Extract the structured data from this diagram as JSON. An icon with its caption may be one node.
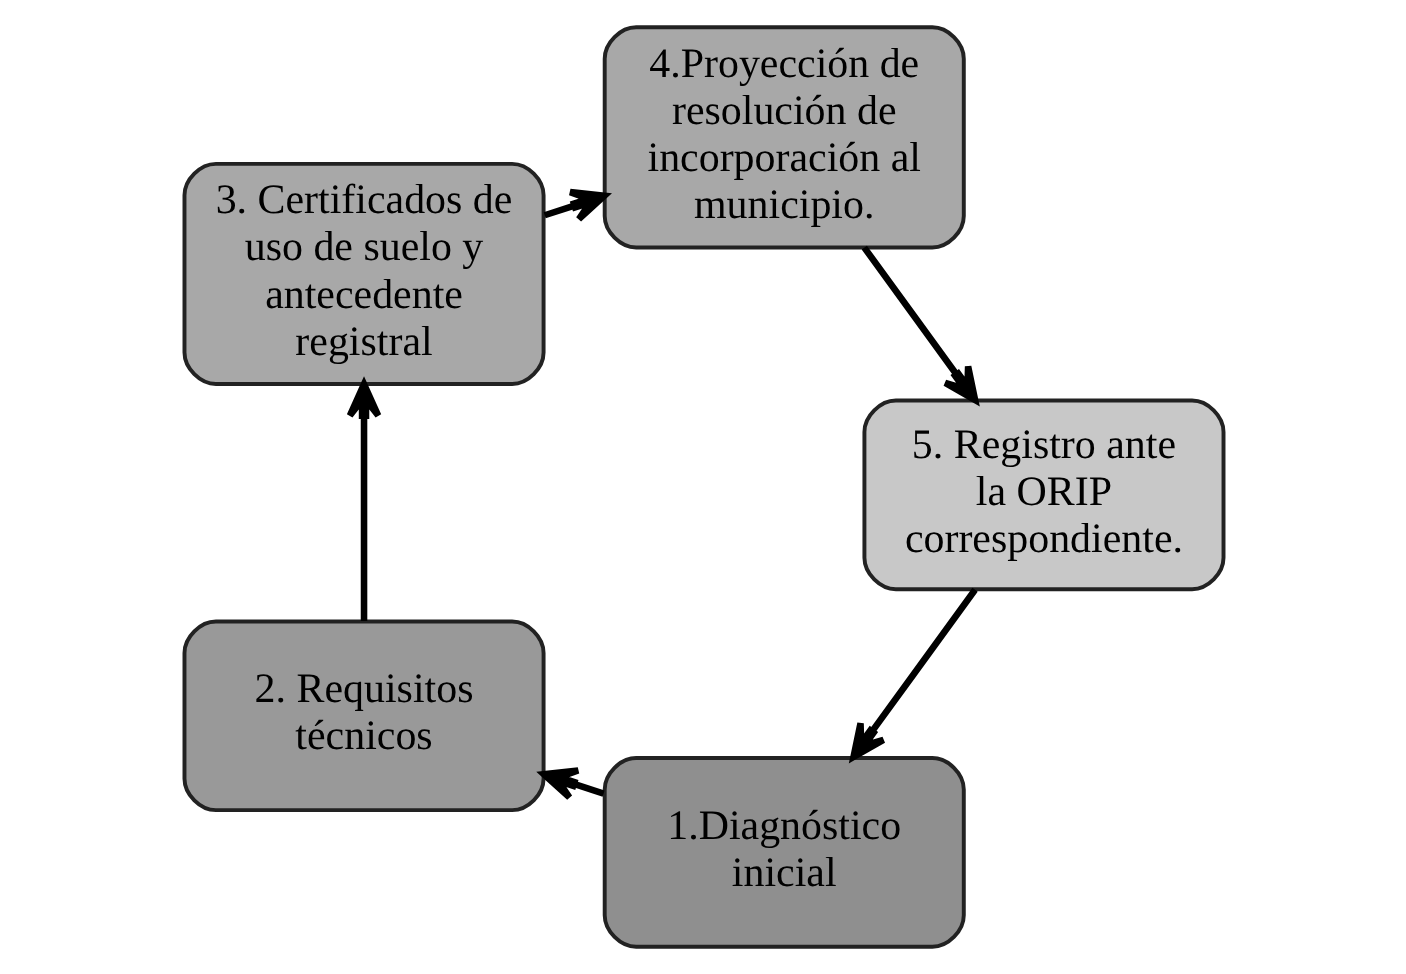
{
  "diagram": {
    "nodes": [
      {
        "text": [
          "1.Diagnóstico inicial"
        ]
      },
      {
        "text": [
          "2. Requisitos técnicos"
        ]
      },
      {
        "text": [
          "3. Certificados de uso de suelo y antecedente registral"
        ]
      },
      {
        "text": [
          "4.Proyección de resolución de incorporación al municipio."
        ]
      },
      {
        "text": [
          "5. Registro ante la ORIP correspondiente."
        ]
      }
    ],
    "edges": [
      {
        "from": 0,
        "to": 1,
        "arrow": "to"
      },
      {
        "from": 1,
        "to": 2,
        "arrow": "to"
      },
      {
        "from": 2,
        "to": 3,
        "arrow": "to"
      },
      {
        "from": 3,
        "to": 4,
        "arrow": "to"
      },
      {
        "from": 4,
        "to": 0,
        "arrow": "to"
      }
    ]
  }
}
